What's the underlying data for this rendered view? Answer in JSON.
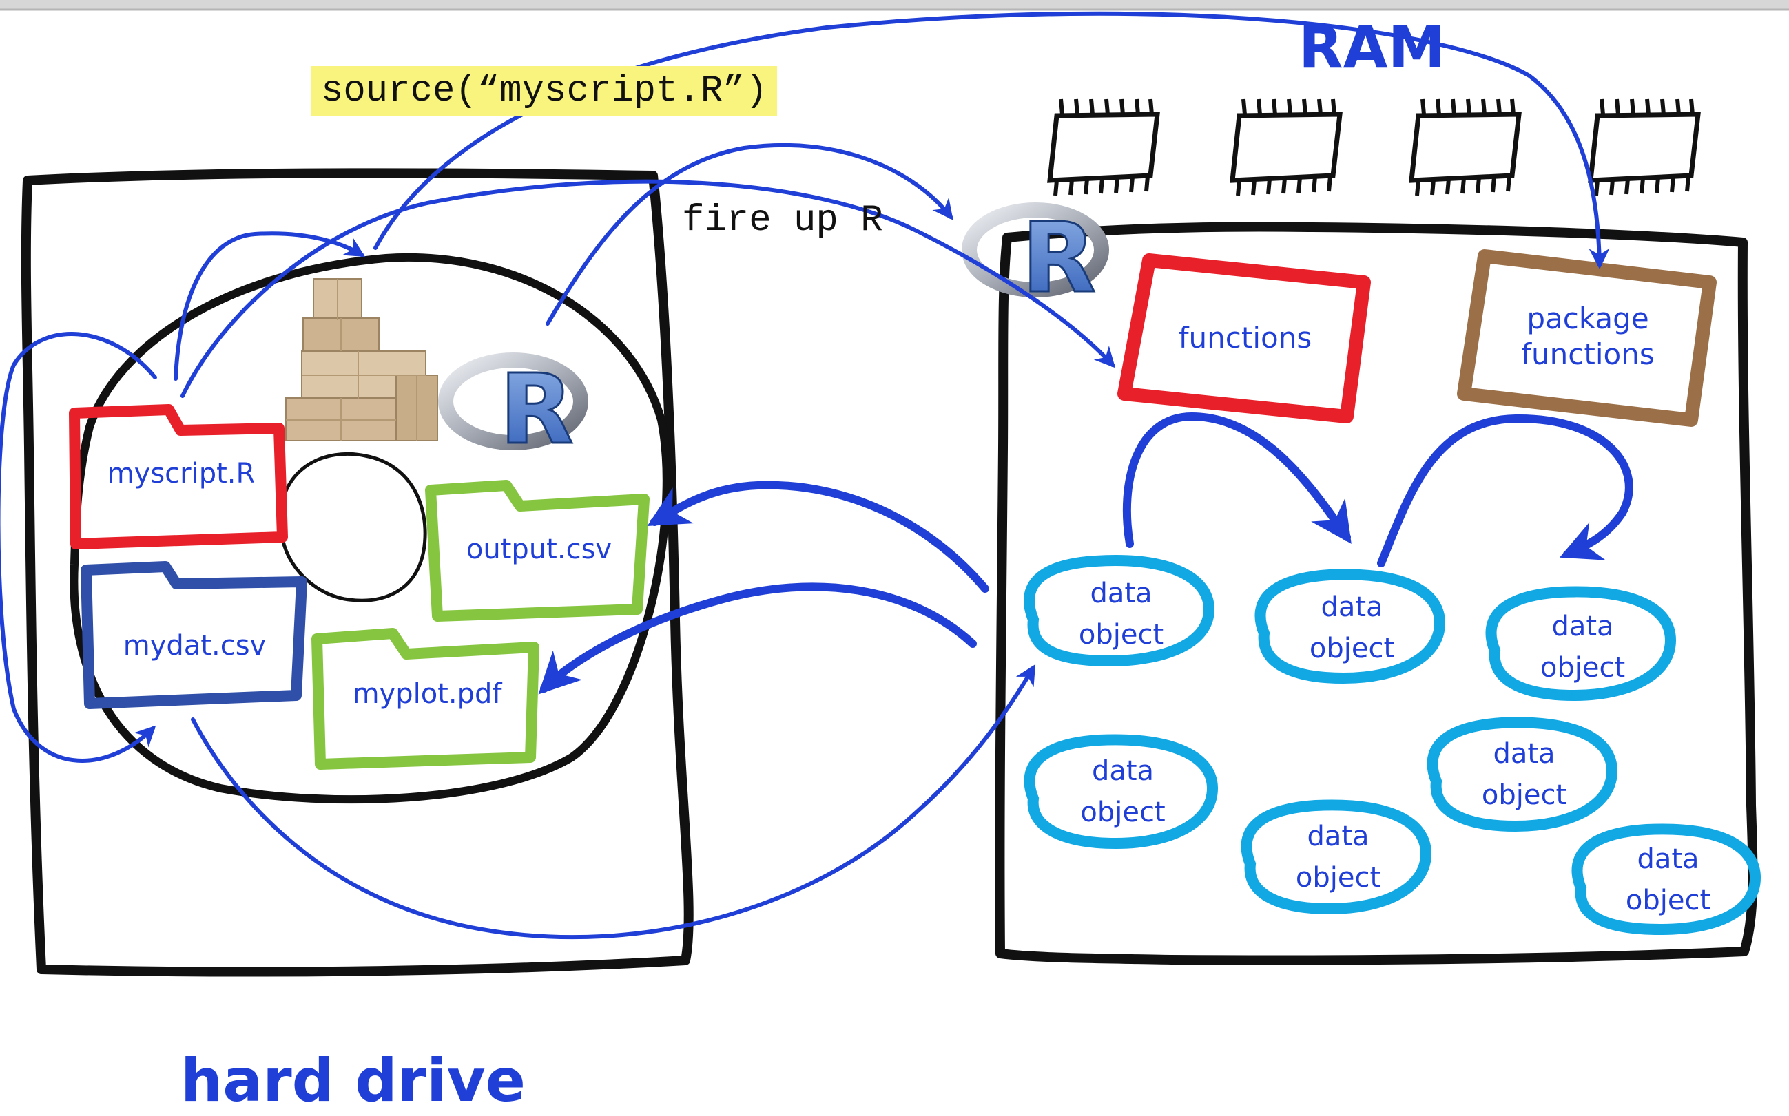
{
  "labels": {
    "source_call": "source(“myscript.R”)",
    "fire_up": "fire up R",
    "ram": "RAM",
    "hard_drive": "hard drive"
  },
  "files": {
    "script": "myscript.R",
    "data": "mydat.csv",
    "output": "output.csv",
    "plot": "myplot.pdf"
  },
  "ram_boxes": {
    "functions": "functions",
    "package_functions_line1": "package",
    "package_functions_line2": "functions"
  },
  "data_objects": [
    {
      "line1": "data",
      "line2": "object"
    },
    {
      "line1": "data",
      "line2": "object"
    },
    {
      "line1": "data",
      "line2": "object"
    },
    {
      "line1": "data",
      "line2": "object"
    },
    {
      "line1": "data",
      "line2": "object"
    },
    {
      "line1": "data",
      "line2": "object"
    },
    {
      "line1": "data",
      "line2": "object"
    }
  ],
  "logo_text": [
    "R",
    "R"
  ],
  "icons": [
    "r-logo-icon",
    "packages-icon",
    "ram-chip-icon",
    "folder-icon",
    "arrow-icon"
  ],
  "colors": {
    "arrow_blue": "#1f3fd6",
    "script_red": "#e8202a",
    "data_navy": "#2f4fa8",
    "output_green": "#86c540",
    "package_brown": "#9b7048",
    "object_cyan": "#11a8e4",
    "source_highlight": "#f8f47e"
  }
}
